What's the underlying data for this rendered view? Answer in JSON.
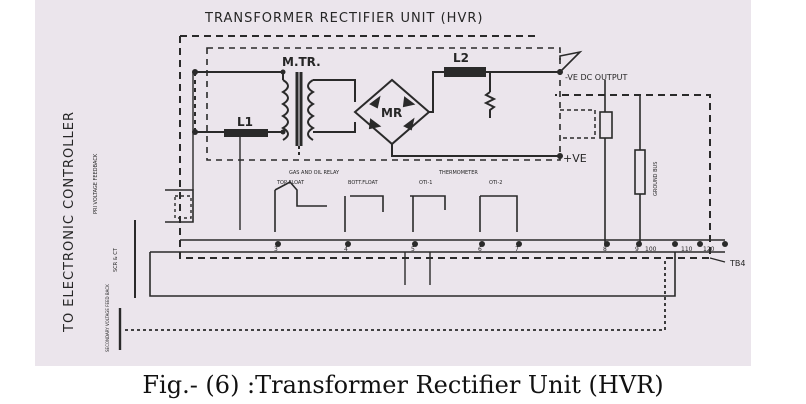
{
  "diagram": {
    "title": "TRANSFORMER RECTIFIER UNIT (HVR)",
    "left_label": "TO ELECTRONIC CONTROLLER",
    "components": {
      "main_transformer": "M.TR.",
      "rectifier": "MR",
      "choke_l1": "L1",
      "choke_l2": "L2",
      "neg_output": "-VE DC OUTPUT",
      "pos_output": "+VE",
      "relay_header": "GAS AND OIL RELAY",
      "thermometer_header": "THERMOMETER",
      "top_float": "TOP FLOAT",
      "bott_float": "BOTT.FLOAT",
      "oti": "OTI-1",
      "wti": "OTI-2",
      "terminal_block": "TB4",
      "side_label_1": "PRI VOLTAGE FEEDBACK",
      "side_label_2": "SCR & CT",
      "side_label_3": "SECONDARY VOLTAGE FEED BACK",
      "ground_bus": "GROUND BUS"
    },
    "terminals": [
      "3",
      "4",
      "5",
      "6",
      "7",
      "8",
      "9",
      "100",
      "110",
      "120"
    ],
    "colors": {
      "paper": "#ebe5ec",
      "ink": "#2a2a2a"
    }
  },
  "caption": "Fig.- (6) :Transformer Rectifier Unit (HVR)"
}
